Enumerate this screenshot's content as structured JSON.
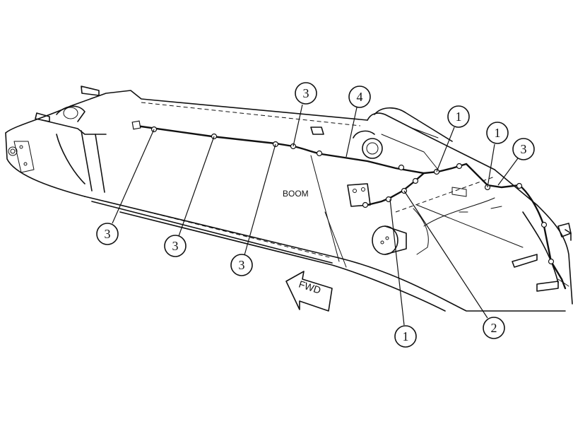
{
  "boom_label": "BOOM",
  "fwd_label": "FWD",
  "callouts": [
    {
      "id": "c1",
      "text": "3"
    },
    {
      "id": "c2",
      "text": "4"
    },
    {
      "id": "c3",
      "text": "1"
    },
    {
      "id": "c4",
      "text": "1"
    },
    {
      "id": "c5",
      "text": "3"
    },
    {
      "id": "c6",
      "text": "3"
    },
    {
      "id": "c7",
      "text": "3"
    },
    {
      "id": "c8",
      "text": "3"
    },
    {
      "id": "c9",
      "text": "1"
    },
    {
      "id": "c10",
      "text": "2"
    }
  ]
}
